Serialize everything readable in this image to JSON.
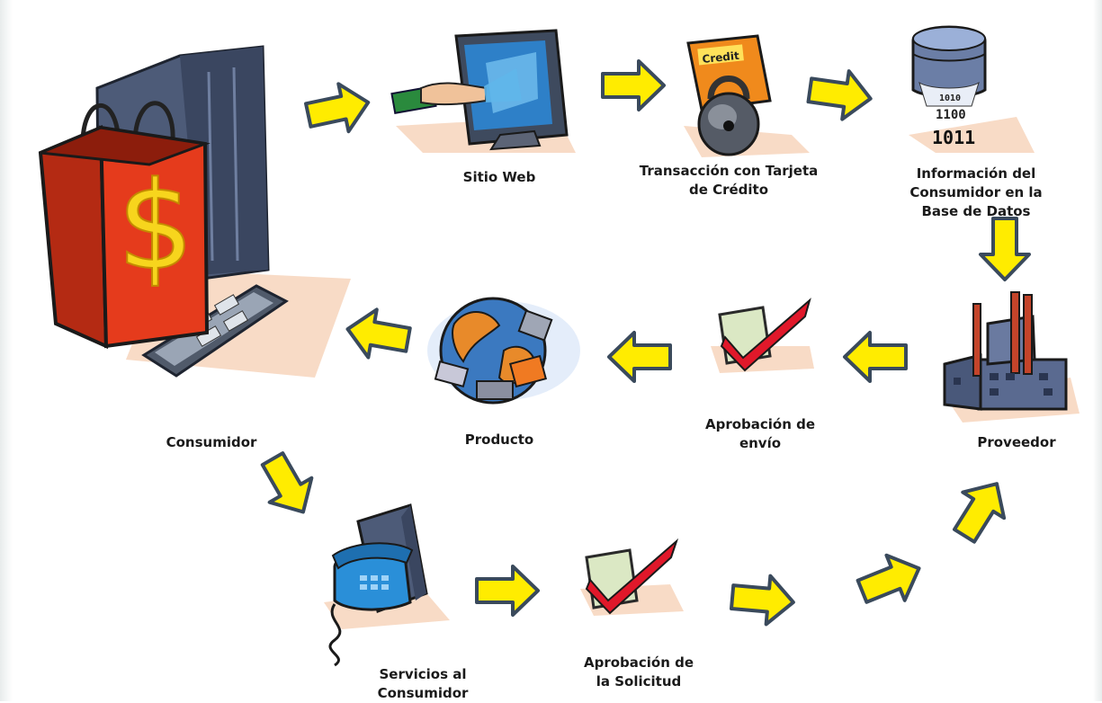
{
  "diagram": {
    "nodes": [
      {
        "id": "consumidor",
        "label": "Consumidor",
        "icon": "shopping-bag-computer-icon"
      },
      {
        "id": "sitio-web",
        "label": "Sitio Web",
        "icon": "monitor-money-icon"
      },
      {
        "id": "transaccion",
        "label": "Transacción con Tarjeta\nde Crédito",
        "icon": "credit-card-lock-icon"
      },
      {
        "id": "informacion",
        "label": "Información del\nConsumidor  en la\nBase de Datos",
        "icon": "database-binary-icon"
      },
      {
        "id": "proveedor",
        "label": "Proveedor",
        "icon": "factory-icon"
      },
      {
        "id": "aprobacion-envio",
        "label": "Aprobación de\nenvío",
        "icon": "checkmark-icon"
      },
      {
        "id": "producto",
        "label": "Producto",
        "icon": "globe-package-icon"
      },
      {
        "id": "servicios",
        "label": "Servicios al\nConsumidor",
        "icon": "telephone-icon"
      },
      {
        "id": "aprobacion-solicitud",
        "label": "Aprobación de\nla Solicitud",
        "icon": "checkmark-icon"
      }
    ],
    "flow": [
      [
        "consumidor",
        "sitio-web"
      ],
      [
        "sitio-web",
        "transaccion"
      ],
      [
        "transaccion",
        "informacion"
      ],
      [
        "informacion",
        "proveedor"
      ],
      [
        "proveedor",
        "aprobacion-envio"
      ],
      [
        "aprobacion-envio",
        "producto"
      ],
      [
        "producto",
        "consumidor"
      ],
      [
        "consumidor",
        "servicios"
      ],
      [
        "servicios",
        "aprobacion-solicitud"
      ],
      [
        "aprobacion-solicitud",
        "proveedor"
      ]
    ],
    "colors": {
      "arrow_fill": "#ffec00",
      "arrow_stroke": "#3a4a5c",
      "bag_red": "#e53b1c",
      "dollar_yellow": "#f7d51d",
      "tower_blue": "#5a6a85",
      "globe_blue": "#3b79c0",
      "phone_blue": "#2a8fd8",
      "check_red": "#e0182a",
      "shadow_peach": "#f6d2b8"
    }
  }
}
